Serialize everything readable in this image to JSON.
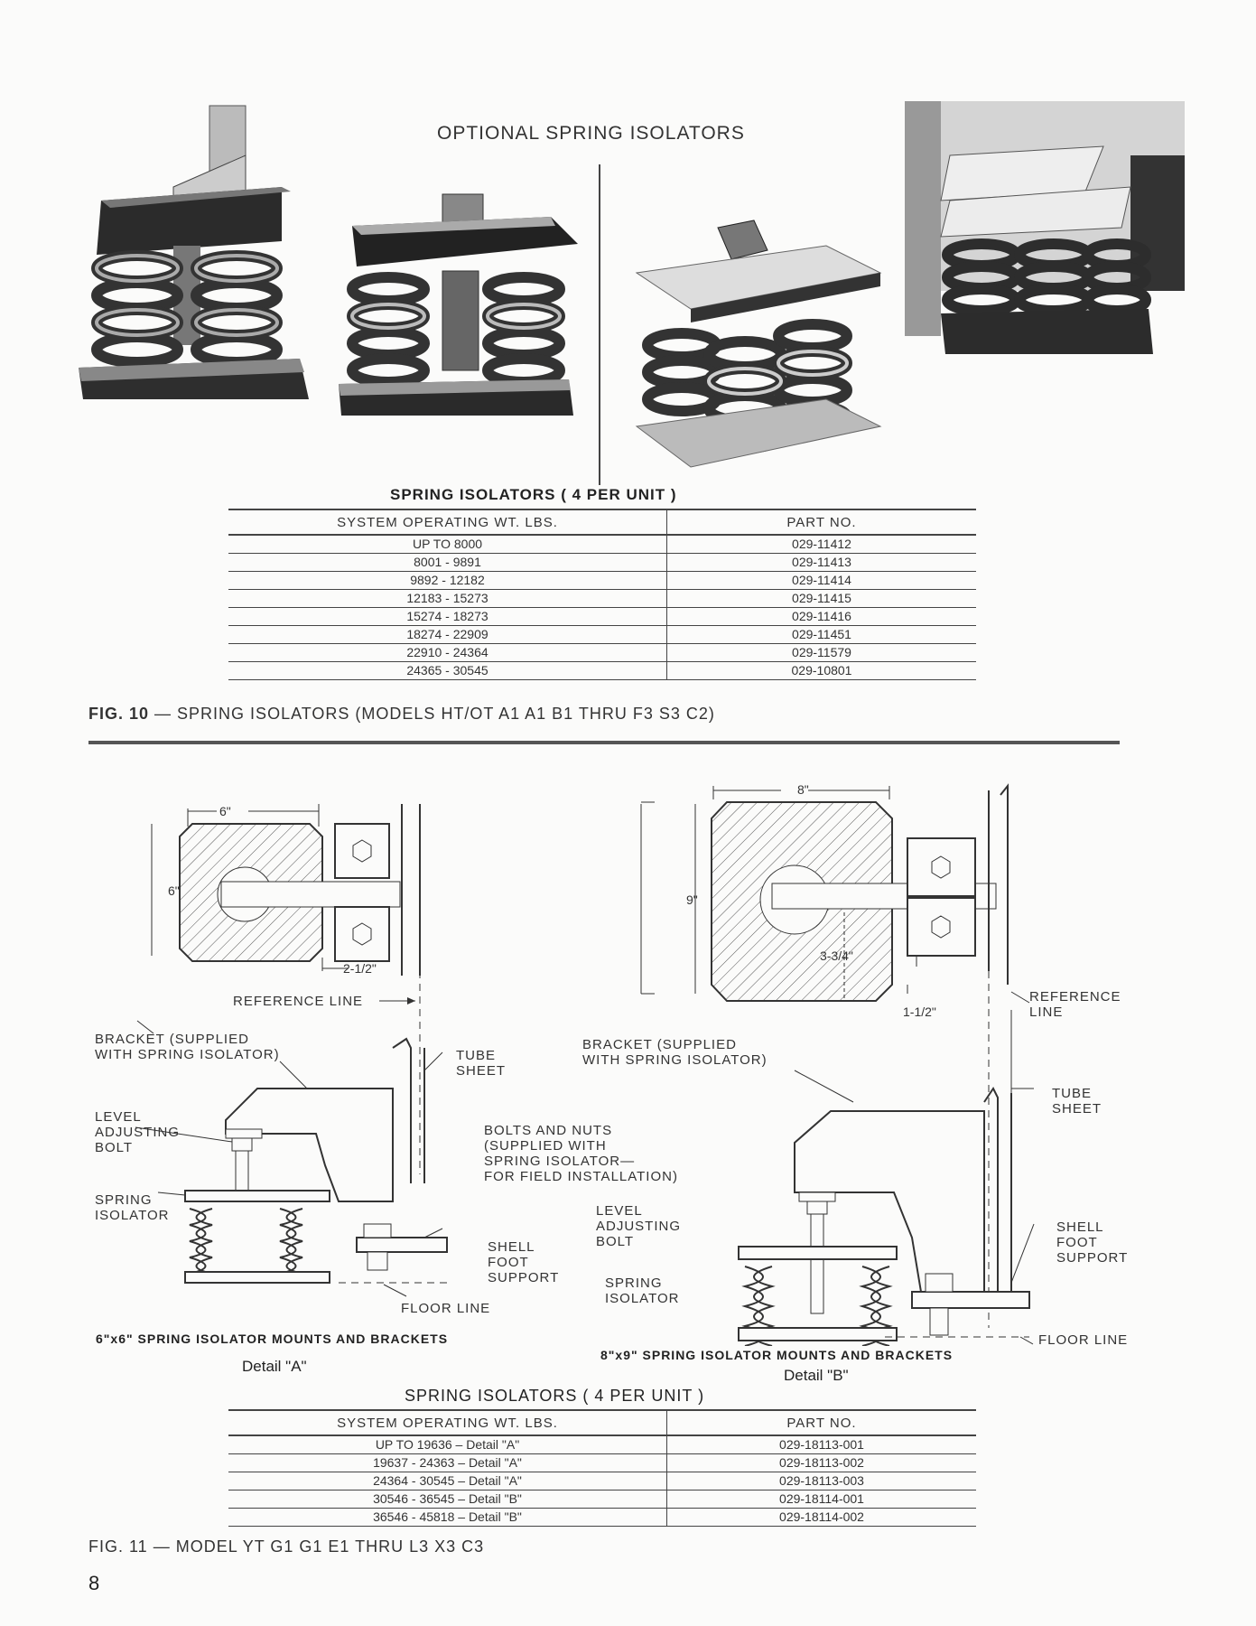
{
  "header_title": "OPTIONAL SPRING ISOLATORS",
  "table1": {
    "title": "SPRING ISOLATORS ( 4 PER UNIT )",
    "columns": [
      "SYSTEM OPERATING WT. LBS.",
      "PART NO."
    ],
    "rows": [
      [
        "UP TO 8000",
        "029-11412"
      ],
      [
        "8001 - 9891",
        "029-11413"
      ],
      [
        "9892 - 12182",
        "029-11414"
      ],
      [
        "12183 - 15273",
        "029-11415"
      ],
      [
        "15274 - 18273",
        "029-11416"
      ],
      [
        "18274 - 22909",
        "029-11451"
      ],
      [
        "22910 - 24364",
        "029-11579"
      ],
      [
        "24365 - 30545",
        "029-10801"
      ]
    ]
  },
  "fig10": {
    "number": "FIG. 10",
    "text": "— SPRING ISOLATORS (MODELS HT/OT A1 A1 B1 THRU F3 S3 C2)"
  },
  "detailA": {
    "dim_width": "6\"",
    "dim_height": "6\"",
    "dim_offset": "2-1/2\"",
    "reference_line": "REFERENCE LINE",
    "bracket": "BRACKET (SUPPLIED\nWITH SPRING ISOLATOR)",
    "tube_sheet": "TUBE\nSHEET",
    "level_bolt": "LEVEL\nADJUSTING\nBOLT",
    "spring_isolator": "SPRING\nISOLATOR",
    "shell_foot": "SHELL\nFOOT\nSUPPORT",
    "floor_line": "FLOOR LINE",
    "caption": "6\"x6\" SPRING ISOLATOR MOUNTS AND BRACKETS",
    "detail": "Detail \"A\""
  },
  "bolts_nuts": "BOLTS AND NUTS\n(SUPPLIED WITH\nSPRING ISOLATOR—\nFOR FIELD INSTALLATION)",
  "detailB": {
    "dim_width": "8\"",
    "dim_height": "9\"",
    "dim_inner": "3-3/4\"",
    "dim_offset": "1-1/2\"",
    "reference_line": "REFERENCE\nLINE",
    "bracket": "BRACKET (SUPPLIED\nWITH SPRING ISOLATOR)",
    "tube_sheet": "TUBE\nSHEET",
    "level_bolt": "LEVEL\nADJUSTING\nBOLT",
    "spring_isolator": "SPRING\nISOLATOR",
    "shell_foot": "SHELL\nFOOT\nSUPPORT",
    "floor_line": "FLOOR LINE",
    "caption": "8\"x9\" SPRING ISOLATOR MOUNTS AND BRACKETS",
    "detail": "Detail \"B\""
  },
  "table2": {
    "title": "SPRING ISOLATORS ( 4 PER UNIT )",
    "columns": [
      "SYSTEM OPERATING WT. LBS.",
      "PART NO."
    ],
    "rows": [
      [
        "UP TO 19636 – Detail \"A\"",
        "029-18113-001"
      ],
      [
        "19637 - 24363 – Detail \"A\"",
        "029-18113-002"
      ],
      [
        "24364 - 30545 – Detail \"A\"",
        "029-18113-003"
      ],
      [
        "30546 - 36545 – Detail \"B\"",
        "029-18114-001"
      ],
      [
        "36546 - 45818 – Detail \"B\"",
        "029-18114-002"
      ]
    ]
  },
  "fig11": {
    "number": "FIG. 11",
    "text": "— MODEL YT G1 G1 E1 THRU L3 X3 C3"
  },
  "page_number": "8"
}
